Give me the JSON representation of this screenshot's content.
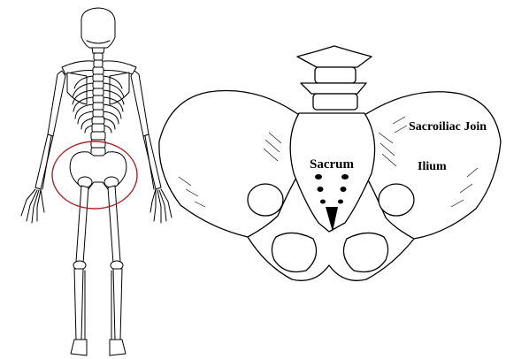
{
  "labels": {
    "sacrum": "Sacrum",
    "ilium": "Ilium",
    "sacroiliac_joint": "Sacroiliac Join"
  },
  "colors": {
    "highlight_ellipse": "#a8282b",
    "ink": "#000000",
    "bone_fill": "#ffffff"
  },
  "icons": {
    "skeleton": "skeleton-back-view-drawing",
    "pelvis": "pelvis-illustration"
  }
}
